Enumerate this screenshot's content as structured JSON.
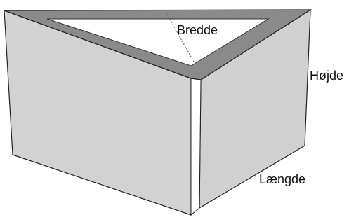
{
  "labels": {
    "width": "Bredde",
    "height": "Højde",
    "length": "Længde"
  },
  "colors": {
    "left_face": "#d2d2d2",
    "right_face": "#d0d0d0",
    "top_rim": "#8a8a8a",
    "opening": "#ffffff",
    "edge": "#222222",
    "corner_gap": "#ffffff"
  }
}
